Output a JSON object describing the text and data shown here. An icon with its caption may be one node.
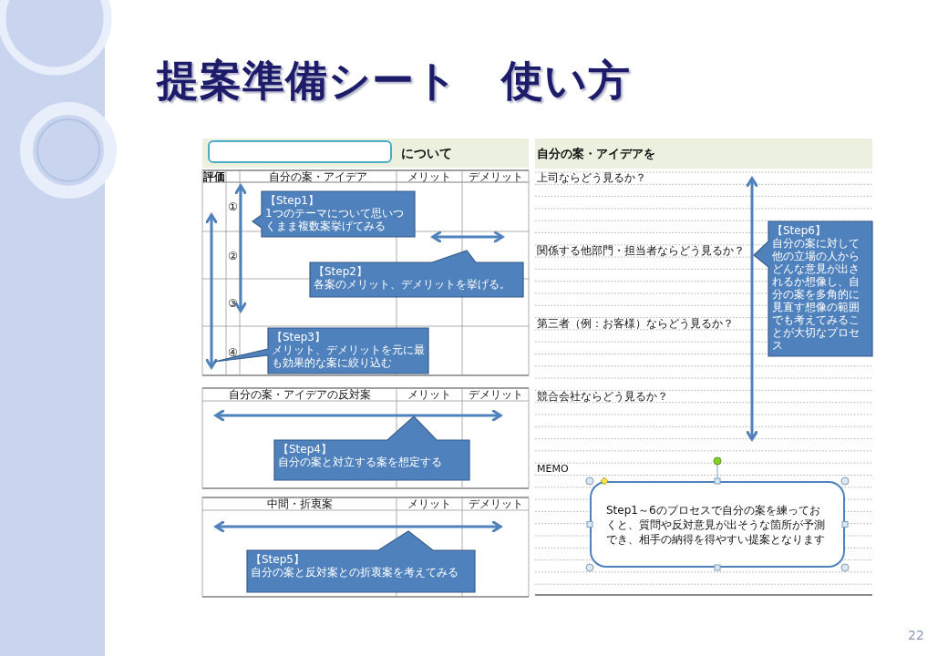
{
  "diagram": {
    "title": "提案準備シート　使い方",
    "nodes": [
      {
        "text": [
          "【Step1】",
          "1つのテーマについて思いつくまま複数案挙げてみる"
        ]
      },
      {
        "text": [
          "【Step2】",
          "各案のメリット、デメリットを挙げる。"
        ]
      },
      {
        "text": [
          "【Step3】",
          "メリット、デメリットを元に最も効果的な案に絞り込む"
        ]
      },
      {
        "text": [
          "【Step4】",
          "自分の案と対立する案を想定する"
        ]
      },
      {
        "text": [
          "【Step5】",
          "自分の案と反対案との折衷案を考えてみる"
        ]
      },
      {
        "text": [
          "【Step6】",
          "自分の案に対して他の立場の人からどんな意見が出されるか想像し、自分の案を多角的に見直す想像の範囲でも考えてみることが大切なプロセス"
        ]
      },
      {
        "text": [
          "Step1～6のプロセスで自分の案を練っておくと、質問や反対意見が出そうな箇所が予測でき、相手の納得を得やすい提案となります"
        ]
      }
    ],
    "labels": [
      "について",
      "評価",
      "自分の案・アイデア",
      "メリット",
      "デメリット",
      "①",
      "②",
      "③",
      "④",
      "自分の案・アイデアの反対案",
      "メリット",
      "デメリット",
      "中間・折衷案",
      "メリット",
      "デメリット",
      "自分の案・アイデアを",
      "上司ならどう見るか？",
      "関係する他部門・担当者ならどう見るか？",
      "第三者（例：お客様）ならどう見るか？",
      "競合会社ならどう見るか？",
      "MEMO",
      "22"
    ]
  }
}
